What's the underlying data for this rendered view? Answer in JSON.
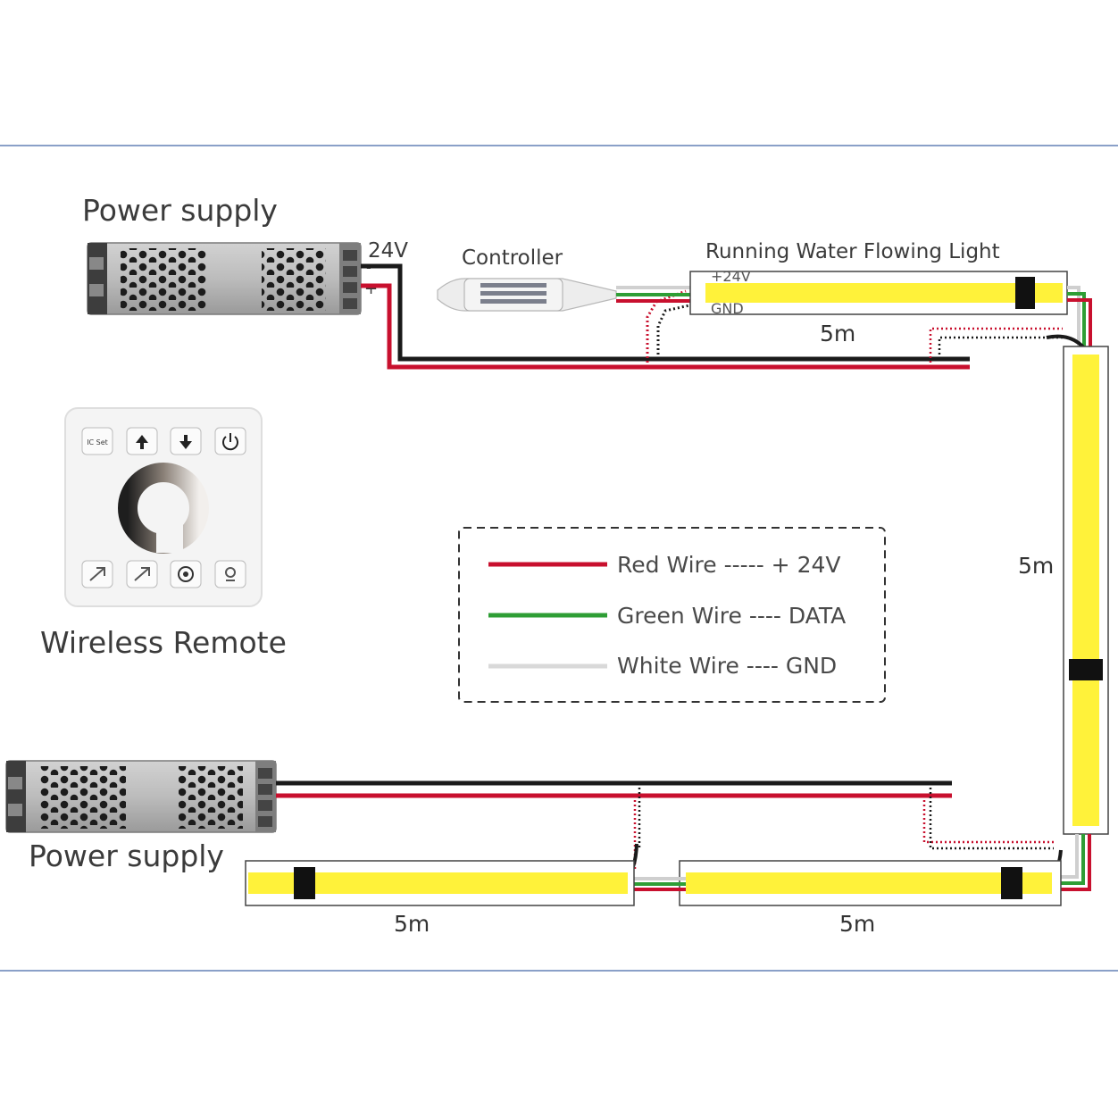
{
  "labels": {
    "power_supply_top": "Power supply",
    "power_supply_bottom": "Power supply",
    "voltage": "24V",
    "minus_sign": "-",
    "plus_sign": "+",
    "controller": "Controller",
    "strip_title": "Running Water Flowing Light",
    "strip_plus": "+24V",
    "strip_gnd": "GND",
    "wireless_remote": "Wireless Remote",
    "remote_ic_set": "IC Set"
  },
  "lengths": {
    "top_strip": "5m",
    "right_strip": "5m",
    "bottom_right_strip": "5m",
    "bottom_left_strip": "5m"
  },
  "legend": {
    "red": "Red Wire ----- + 24V",
    "green": "Green Wire ---- DATA",
    "white": "White Wire ---- GND"
  },
  "colors": {
    "red_wire": "#c8102e",
    "green_wire": "#2e9e35",
    "white_wire": "#d9d9d9",
    "black_wire": "#1a1a1a",
    "led_yellow": "#fff23a",
    "frame_line": "#8aa0c8"
  }
}
